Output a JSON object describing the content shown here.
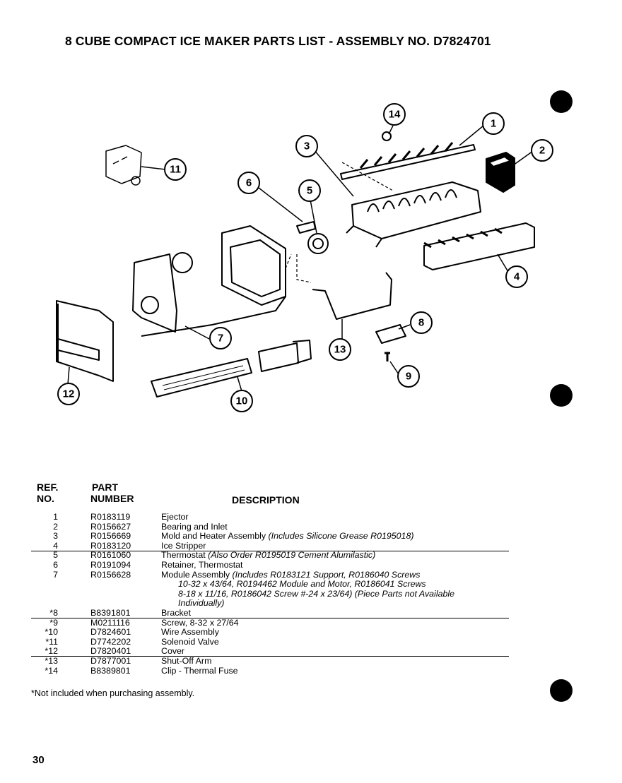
{
  "page": {
    "title": "8 CUBE COMPACT ICE MAKER PARTS LIST  -  ASSEMBLY NO. D7824701",
    "page_number": "30",
    "footnote": "*Not included when purchasing assembly."
  },
  "diagram": {
    "callouts": [
      "1",
      "2",
      "3",
      "4",
      "5",
      "6",
      "7",
      "8",
      "9",
      "10",
      "11",
      "12",
      "13",
      "14"
    ]
  },
  "table": {
    "headers": {
      "ref_line1": "REF.",
      "ref_line2": "NO.",
      "part_line1": "PART",
      "part_line2": "NUMBER",
      "description": "DESCRIPTION"
    },
    "rows": [
      {
        "ref": "1",
        "part": "R0183119",
        "desc": "Ejector",
        "note": ""
      },
      {
        "ref": "2",
        "part": "R0156627",
        "desc": "Bearing and Inlet",
        "note": ""
      },
      {
        "ref": "3",
        "part": "R0156669",
        "desc": "Mold and Heater Assembly ",
        "note": "(Includes Silicone Grease  R0195018)"
      },
      {
        "ref": "4",
        "part": "R0183120",
        "desc": "Ice Stripper",
        "note": ""
      },
      {
        "ref": "5",
        "part": "R0161060",
        "desc": "Thermostat ",
        "note": "(Also Order R0195019 Cement Alumilastic)"
      },
      {
        "ref": "6",
        "part": "R0191094",
        "desc": "Retainer, Thermostat",
        "note": ""
      },
      {
        "ref": "7",
        "part": "R0156628",
        "desc": "Module Assembly ",
        "note": "(Includes R0183121 Support, R0186040 Screws"
      },
      {
        "ref": "*8",
        "part": "B8391801",
        "desc": "Bracket",
        "note": ""
      },
      {
        "ref": "*9",
        "part": "M0211116",
        "desc": "Screw, 8-32 x 27/64",
        "note": ""
      },
      {
        "ref": "*10",
        "part": "D7824601",
        "desc": "Wire Assembly",
        "note": ""
      },
      {
        "ref": "*11",
        "part": "D7742202",
        "desc": "Solenoid Valve",
        "note": ""
      },
      {
        "ref": "*12",
        "part": "D7820401",
        "desc": "Cover",
        "note": ""
      },
      {
        "ref": "*13",
        "part": "D7877001",
        "desc": "Shut-Off Arm",
        "note": ""
      },
      {
        "ref": "*14",
        "part": "B8389801",
        "desc": "Clip  -  Thermal Fuse",
        "note": ""
      }
    ],
    "row7_continuation": [
      "10-32 x 43/64, R0194462 Module and Motor, R0186041 Screws",
      "8-18 x 11/16, R0186042 Screw #-24 x 23/64) (Piece Parts not Available",
      "Individually)"
    ]
  }
}
